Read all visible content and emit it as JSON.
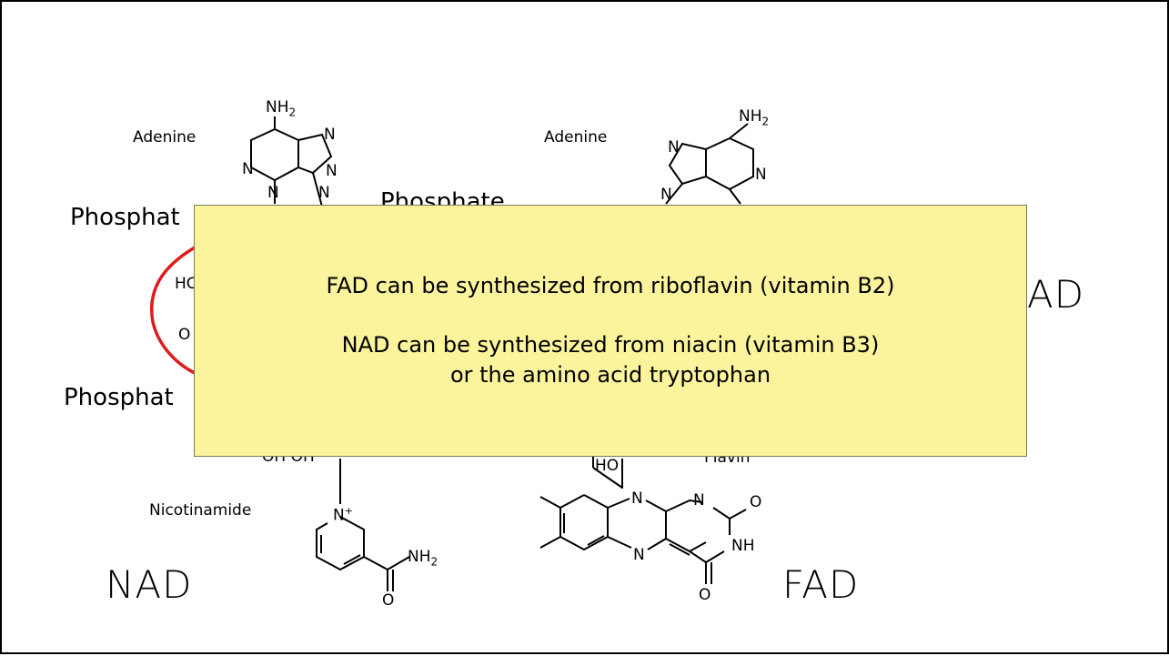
{
  "labels": {
    "adenine_left": "Adenine",
    "adenine_right": "Adenine",
    "phosphate_top": "Phosphat",
    "phosphate_mid": "Phosphate",
    "phosphate_bottom": "Phosphat",
    "nicotinamide": "Nicotinamide",
    "flavin": "Flavin",
    "nad_bottom": "NAD",
    "fad_bottom": "FAD",
    "nad_partial_right": "AD"
  },
  "atoms": {
    "nh2": "NH",
    "sub2": "2",
    "n": "N",
    "nplus": "N",
    "plus": "+",
    "o": "O",
    "nh": "NH",
    "ho": "HO",
    "hc": "HC",
    "oh_oh": "OH  OH"
  },
  "callout": {
    "line1": "FAD can be synthesized from riboflavin (vitamin B2)",
    "line2": "NAD can be synthesized from niacin (vitamin B3)",
    "line3": "or the amino acid tryptophan"
  },
  "colors": {
    "callout_bg": "#fbf49c",
    "highlight_red": "#e01b1b"
  }
}
